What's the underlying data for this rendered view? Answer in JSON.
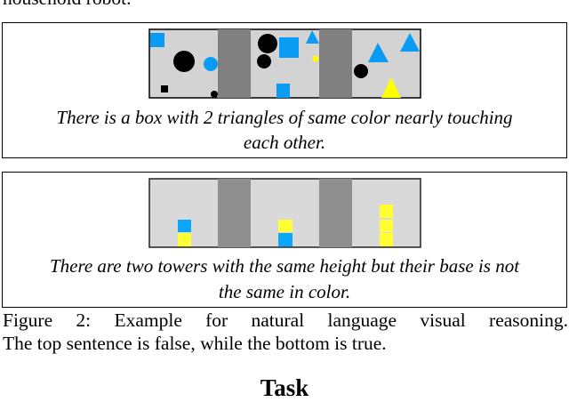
{
  "top_cut_text": "household robot.",
  "example1": {
    "sentence_line1": "There is a box with 2 triangles of same color nearly touching",
    "sentence_line2": "each other."
  },
  "example2": {
    "sentence_line1": "There are two towers with the same height but their base is not",
    "sentence_line2": "the same in color."
  },
  "caption": {
    "line1": "Figure 2: Example for natural language visual reasoning.",
    "line2": "The top sentence is false, while the bottom is true."
  },
  "section_heading": "Task",
  "colors": {
    "blue": "#0a9bf5",
    "yellow": "#ffff00",
    "black": "#000000",
    "panel": "#d3d3d3",
    "separator": "#808080"
  }
}
